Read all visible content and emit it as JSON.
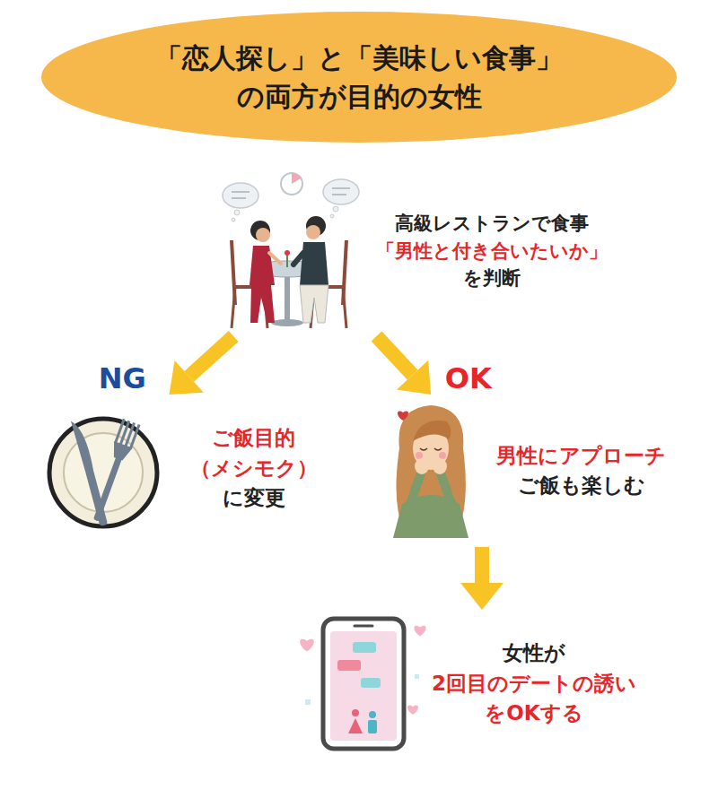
{
  "diagram": {
    "nodes": [
      {
        "text": [
          "「恋人探し」と「美味しい食事」 の両方が目的の女性"
        ]
      },
      {
        "text": [
          "高級レストランで食事",
          "「男性と付き合いたいか」",
          "を判断"
        ]
      },
      {
        "text": [
          "ご飯目的 （メシモク）",
          "に変更"
        ]
      },
      {
        "text": [
          "男性にアプローチ",
          "ご飯も楽しむ"
        ]
      },
      {
        "text": [
          "女性が",
          "2回目のデートの誘い をOKする"
        ]
      }
    ],
    "edges": [
      {
        "from": 1,
        "to": 2,
        "arrow": "to",
        "label": "NG"
      },
      {
        "from": 1,
        "to": 3,
        "arrow": "to",
        "label": "OK"
      },
      {
        "from": 3,
        "to": 4,
        "arrow": "to"
      }
    ]
  }
}
